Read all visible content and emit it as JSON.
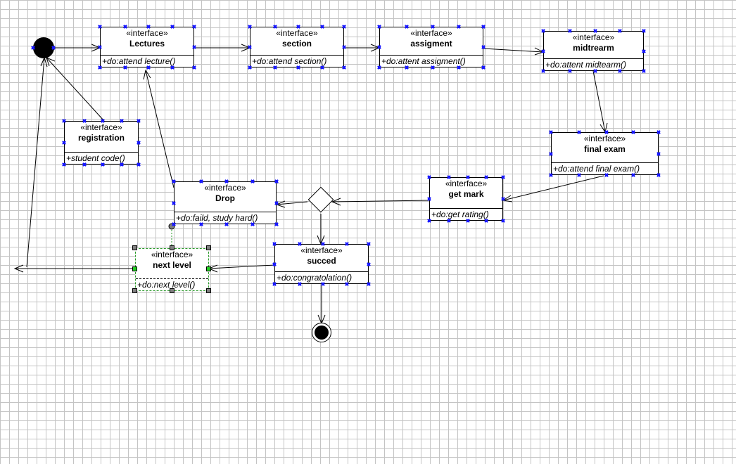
{
  "nodes": {
    "lectures": {
      "stereotype": "«interface»",
      "name": "Lectures",
      "operation": "+do:attend lecture()"
    },
    "section": {
      "stereotype": "«interface»",
      "name": "section",
      "operation": "+do:attend section()"
    },
    "assigment": {
      "stereotype": "«interface»",
      "name": "assigment",
      "operation": "+do:attent assigment()"
    },
    "midtrearm": {
      "stereotype": "«interface»",
      "name": "midtrearm",
      "operation": "+do:attent midtearm()"
    },
    "registration": {
      "stereotype": "«interface»",
      "name": "registration",
      "operation": "+student code()"
    },
    "final_exam": {
      "stereotype": "«interface»",
      "name": "final exam",
      "operation": "+do:attend final exam()"
    },
    "get_mark": {
      "stereotype": "«interface»",
      "name": "get mark",
      "operation": "+do:get rating()"
    },
    "drop": {
      "stereotype": "«interface»",
      "name": "Drop",
      "operation": "+do:faild, study hard()"
    },
    "succed": {
      "stereotype": "«interface»",
      "name": "succed",
      "operation": "+do:congratolation()"
    },
    "next_level": {
      "stereotype": "«interface»",
      "name": "next level",
      "operation": "+do:next level()"
    }
  }
}
